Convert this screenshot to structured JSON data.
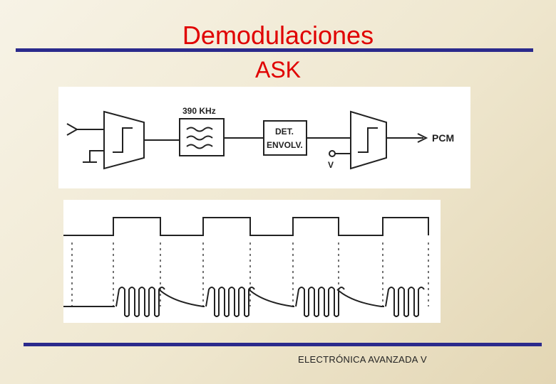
{
  "slide": {
    "title": "Demodulaciones",
    "subtitle": "ASK",
    "footer": "ELECTRÓNICA AVANZADA V"
  },
  "block_diagram": {
    "filter_label": "390 KHz",
    "detector_line1": "DET.",
    "detector_line2": "ENVOLV.",
    "reference_label": "V",
    "output_label": "PCM"
  },
  "colors": {
    "title": "#e00000",
    "rule": "#2b2a8c"
  }
}
